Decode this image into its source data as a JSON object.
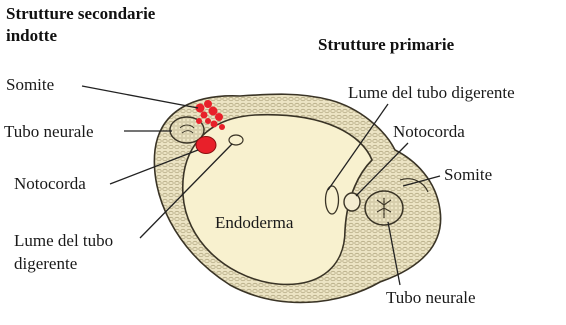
{
  "headings": {
    "secondary_line1": "Strutture secondarie",
    "secondary_line2": "indotte",
    "primary": "Strutture primarie"
  },
  "labels_left": {
    "somite": "Somite",
    "tubo_neurale": "Tubo neurale",
    "notocorda": "Notocorda",
    "lume_line1": "Lume del tubo",
    "lume_line2": "digerente"
  },
  "labels_right": {
    "lume": "Lume del tubo digerente",
    "notocorda": "Notocorda",
    "somite": "Somite",
    "tubo_neurale": "Tubo neurale"
  },
  "center": {
    "endoderma": "Endoderma"
  },
  "colors": {
    "outer_tissue": "#ece4c4",
    "cell_texture": "#b5ab85",
    "endoderm_fill": "#f8f1cf",
    "secondary_red": "#e8202a",
    "outline": "#3a3426"
  }
}
